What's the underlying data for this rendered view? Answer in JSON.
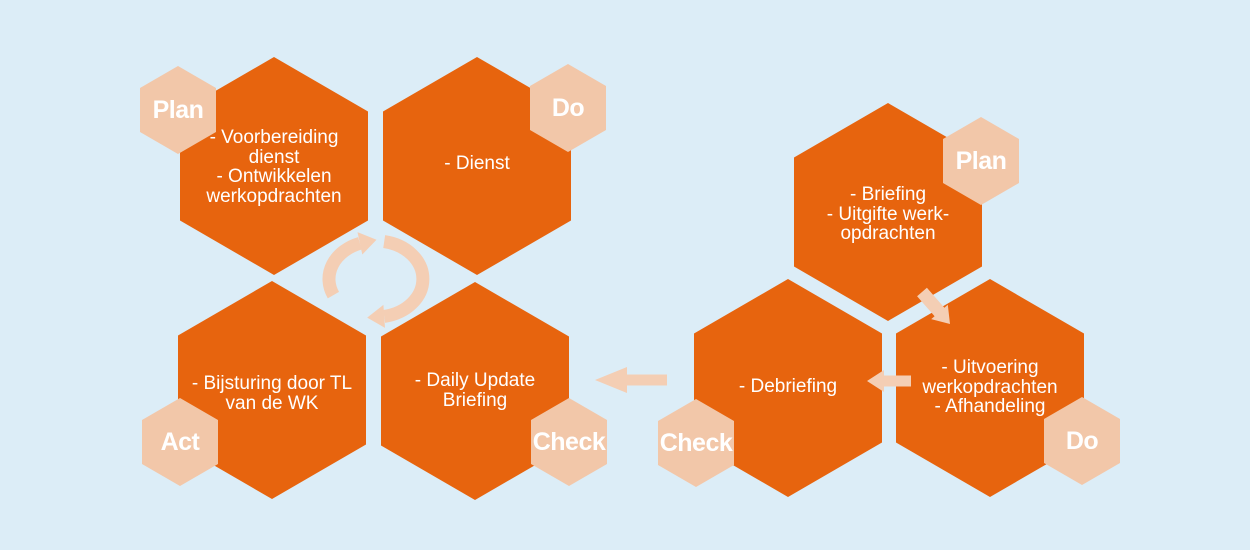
{
  "colors": {
    "background": "#dcedf7",
    "hex_orange": "#e7640e",
    "hex_peach": "#f2c7a9",
    "arrow_peach": "#f4ceb4",
    "text_white": "#ffffff"
  },
  "daily_cycle": {
    "plan": {
      "phase": "Plan",
      "lines": [
        "- Voorbereiding",
        "dienst",
        "- Ontwikkelen",
        "werkopdrachten"
      ]
    },
    "do": {
      "phase": "Do",
      "lines": [
        "- Dienst"
      ]
    },
    "act": {
      "phase": "Act",
      "lines": [
        "- Bijsturing door TL",
        "van de WK"
      ]
    },
    "check": {
      "phase": "Check",
      "lines": [
        "- Daily Update",
        "Briefing"
      ]
    }
  },
  "shift_cycle": {
    "plan": {
      "phase": "Plan",
      "lines": [
        "- Briefing",
        "- Uitgifte werk-",
        "opdrachten"
      ]
    },
    "check": {
      "phase": "Check",
      "lines": [
        "- Debriefing"
      ]
    },
    "do": {
      "phase": "Do",
      "lines": [
        "- Uitvoering",
        "werkopdrachten",
        "- Afhandeling"
      ]
    }
  },
  "icons": {
    "center_cycle": "cycle-arrows",
    "between_groups": "arrow-left",
    "shift_do_to_check": "arrow-left",
    "shift_plan_to_do": "arrow-down-right"
  }
}
